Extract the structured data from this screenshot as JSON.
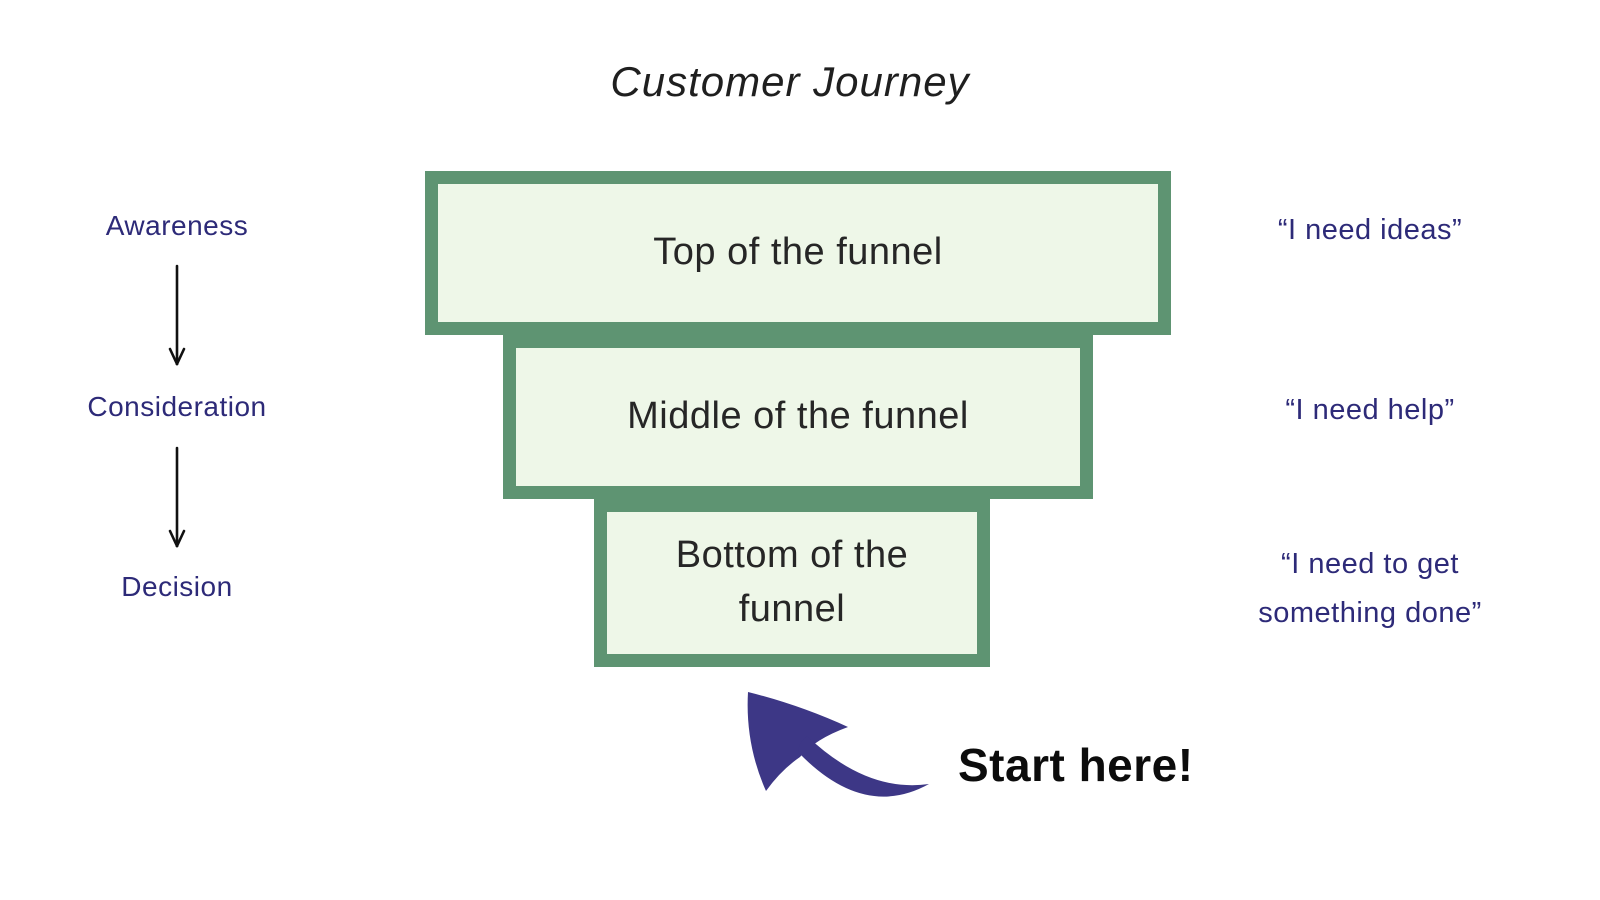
{
  "title": "Customer Journey",
  "funnel": {
    "tiers": [
      {
        "label": "Top of the funnel"
      },
      {
        "label": "Middle of the funnel"
      },
      {
        "label": "Bottom of the funnel"
      }
    ]
  },
  "stages": [
    {
      "label": "Awareness"
    },
    {
      "label": "Consideration"
    },
    {
      "label": "Decision"
    }
  ],
  "quotes": [
    {
      "text": "“I need ideas”"
    },
    {
      "text": "“I need help”"
    },
    {
      "text": "“I need to get something done”"
    }
  ],
  "start_label": "Start here!",
  "colors": {
    "funnel_border": "#5e9472",
    "funnel_fill": "#eef7e8",
    "stage_text": "#2d2a78",
    "quote_text": "#2d2a78",
    "arrow": "#3d3786",
    "title_text": "#1f1f1f",
    "funnel_text": "#262626",
    "start_text": "#0c0c0c",
    "flow_arrow": "#111111"
  }
}
